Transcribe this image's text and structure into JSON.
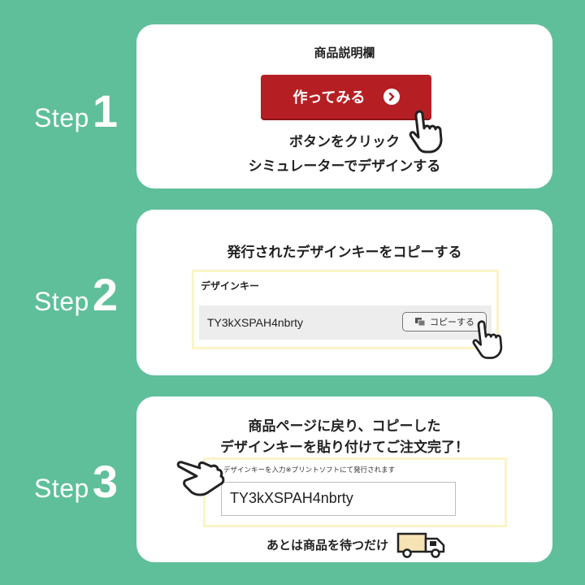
{
  "steps": [
    {
      "word": "Step",
      "number": "1"
    },
    {
      "word": "Step",
      "number": "2"
    },
    {
      "word": "Step",
      "number": "3"
    }
  ],
  "step1": {
    "heading": "商品説明欄",
    "button_label": "作ってみる",
    "instruction_line1": "ボタンをクリック",
    "instruction_line2": "シミュレーターでデザインする"
  },
  "step2": {
    "heading": "発行されたデザインキーをコピーする",
    "box_title": "デザインキー",
    "key_value": "TY3kXSPAH4nbrty",
    "copy_label": "コピーする"
  },
  "step3": {
    "heading_line1": "商品ページに戻り、コピーした",
    "heading_line2": "デザインキーを貼り付けてご注文完了！",
    "input_caption": "デザインキーを入力※プリントソフトにて発行されます",
    "input_value": "TY3kXSPAH4nbrty",
    "footer_text": "あとは商品を待つだけ"
  },
  "colors": {
    "background": "#5fbf9b",
    "button": "#b51f23",
    "highlight_border": "#fbf4c8"
  },
  "icons": [
    "pointing-hand-icon",
    "chevron-right-icon",
    "copy-icon",
    "delivery-truck-icon"
  ]
}
